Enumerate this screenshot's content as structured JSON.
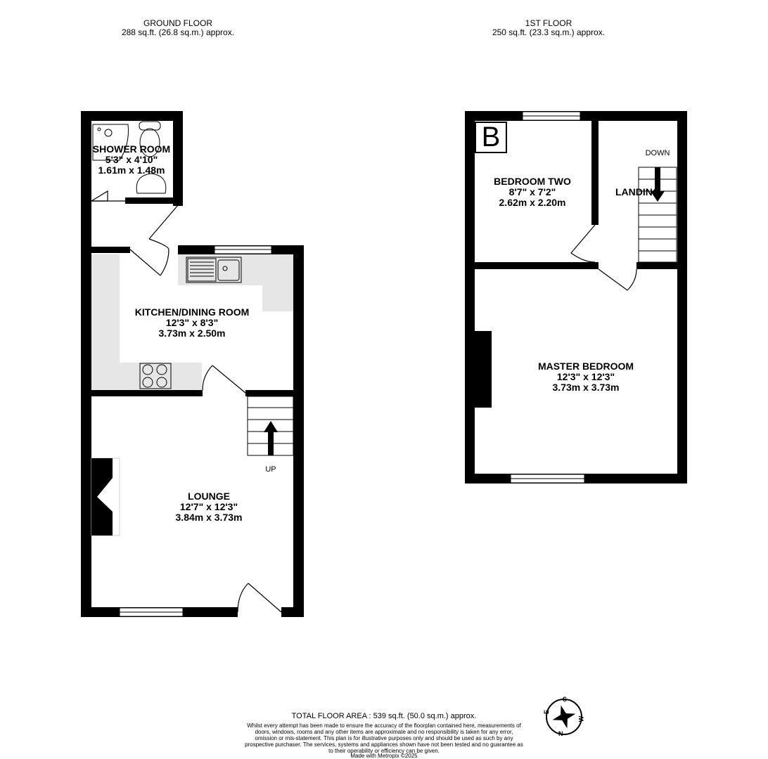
{
  "floors": [
    {
      "title": "GROUND FLOOR",
      "area": "288 sq.ft. (26.8 sq.m.) approx."
    },
    {
      "title": "1ST FLOOR",
      "area": "250 sq.ft. (23.3 sq.m.) approx."
    }
  ],
  "rooms": [
    {
      "name": "SHOWER ROOM",
      "imperial": "5'3\"  x 4'10\"",
      "metric": "1.61m  x 1.48m"
    },
    {
      "name": "KITCHEN/DINING ROOM",
      "imperial": "12'3\"  x 8'3\"",
      "metric": "3.73m  x 2.50m"
    },
    {
      "name": "LOUNGE",
      "imperial": "12'7\"  x 12'3\"",
      "metric": "3.84m  x 3.73m"
    },
    {
      "name": "BEDROOM TWO",
      "imperial": "8'7\"  x 7'2\"",
      "metric": "2.62m  x 2.20m"
    },
    {
      "name": "LANDING"
    },
    {
      "name": "MASTER BEDROOM",
      "imperial": "12'3\"  x 12'3\"",
      "metric": "3.73m  x 3.73m"
    }
  ],
  "labels": {
    "up": "UP",
    "down": "DOWN",
    "boiler": "B"
  },
  "compass": {
    "n": "N",
    "s": "S",
    "e": "E",
    "w": "W"
  },
  "footer": {
    "total": "TOTAL FLOOR AREA : 539 sq.ft. (50.0 sq.m.) approx.",
    "disclaimer": "Whilst every attempt has been made to ensure the accuracy of the floorplan contained here, measurements of doors, windows, rooms and any other items are approximate and no responsibility is taken for any error, omission or mis-statement. This plan is for illustrative purposes only and should be used as such by any prospective purchaser. The services, systems and appliances shown have not been tested and no guarantee as to their operability or efficiency can be given.",
    "made": "Made with Metropix ©2025"
  },
  "colors": {
    "wall": "#000000",
    "counter": "#e6e6e6"
  }
}
